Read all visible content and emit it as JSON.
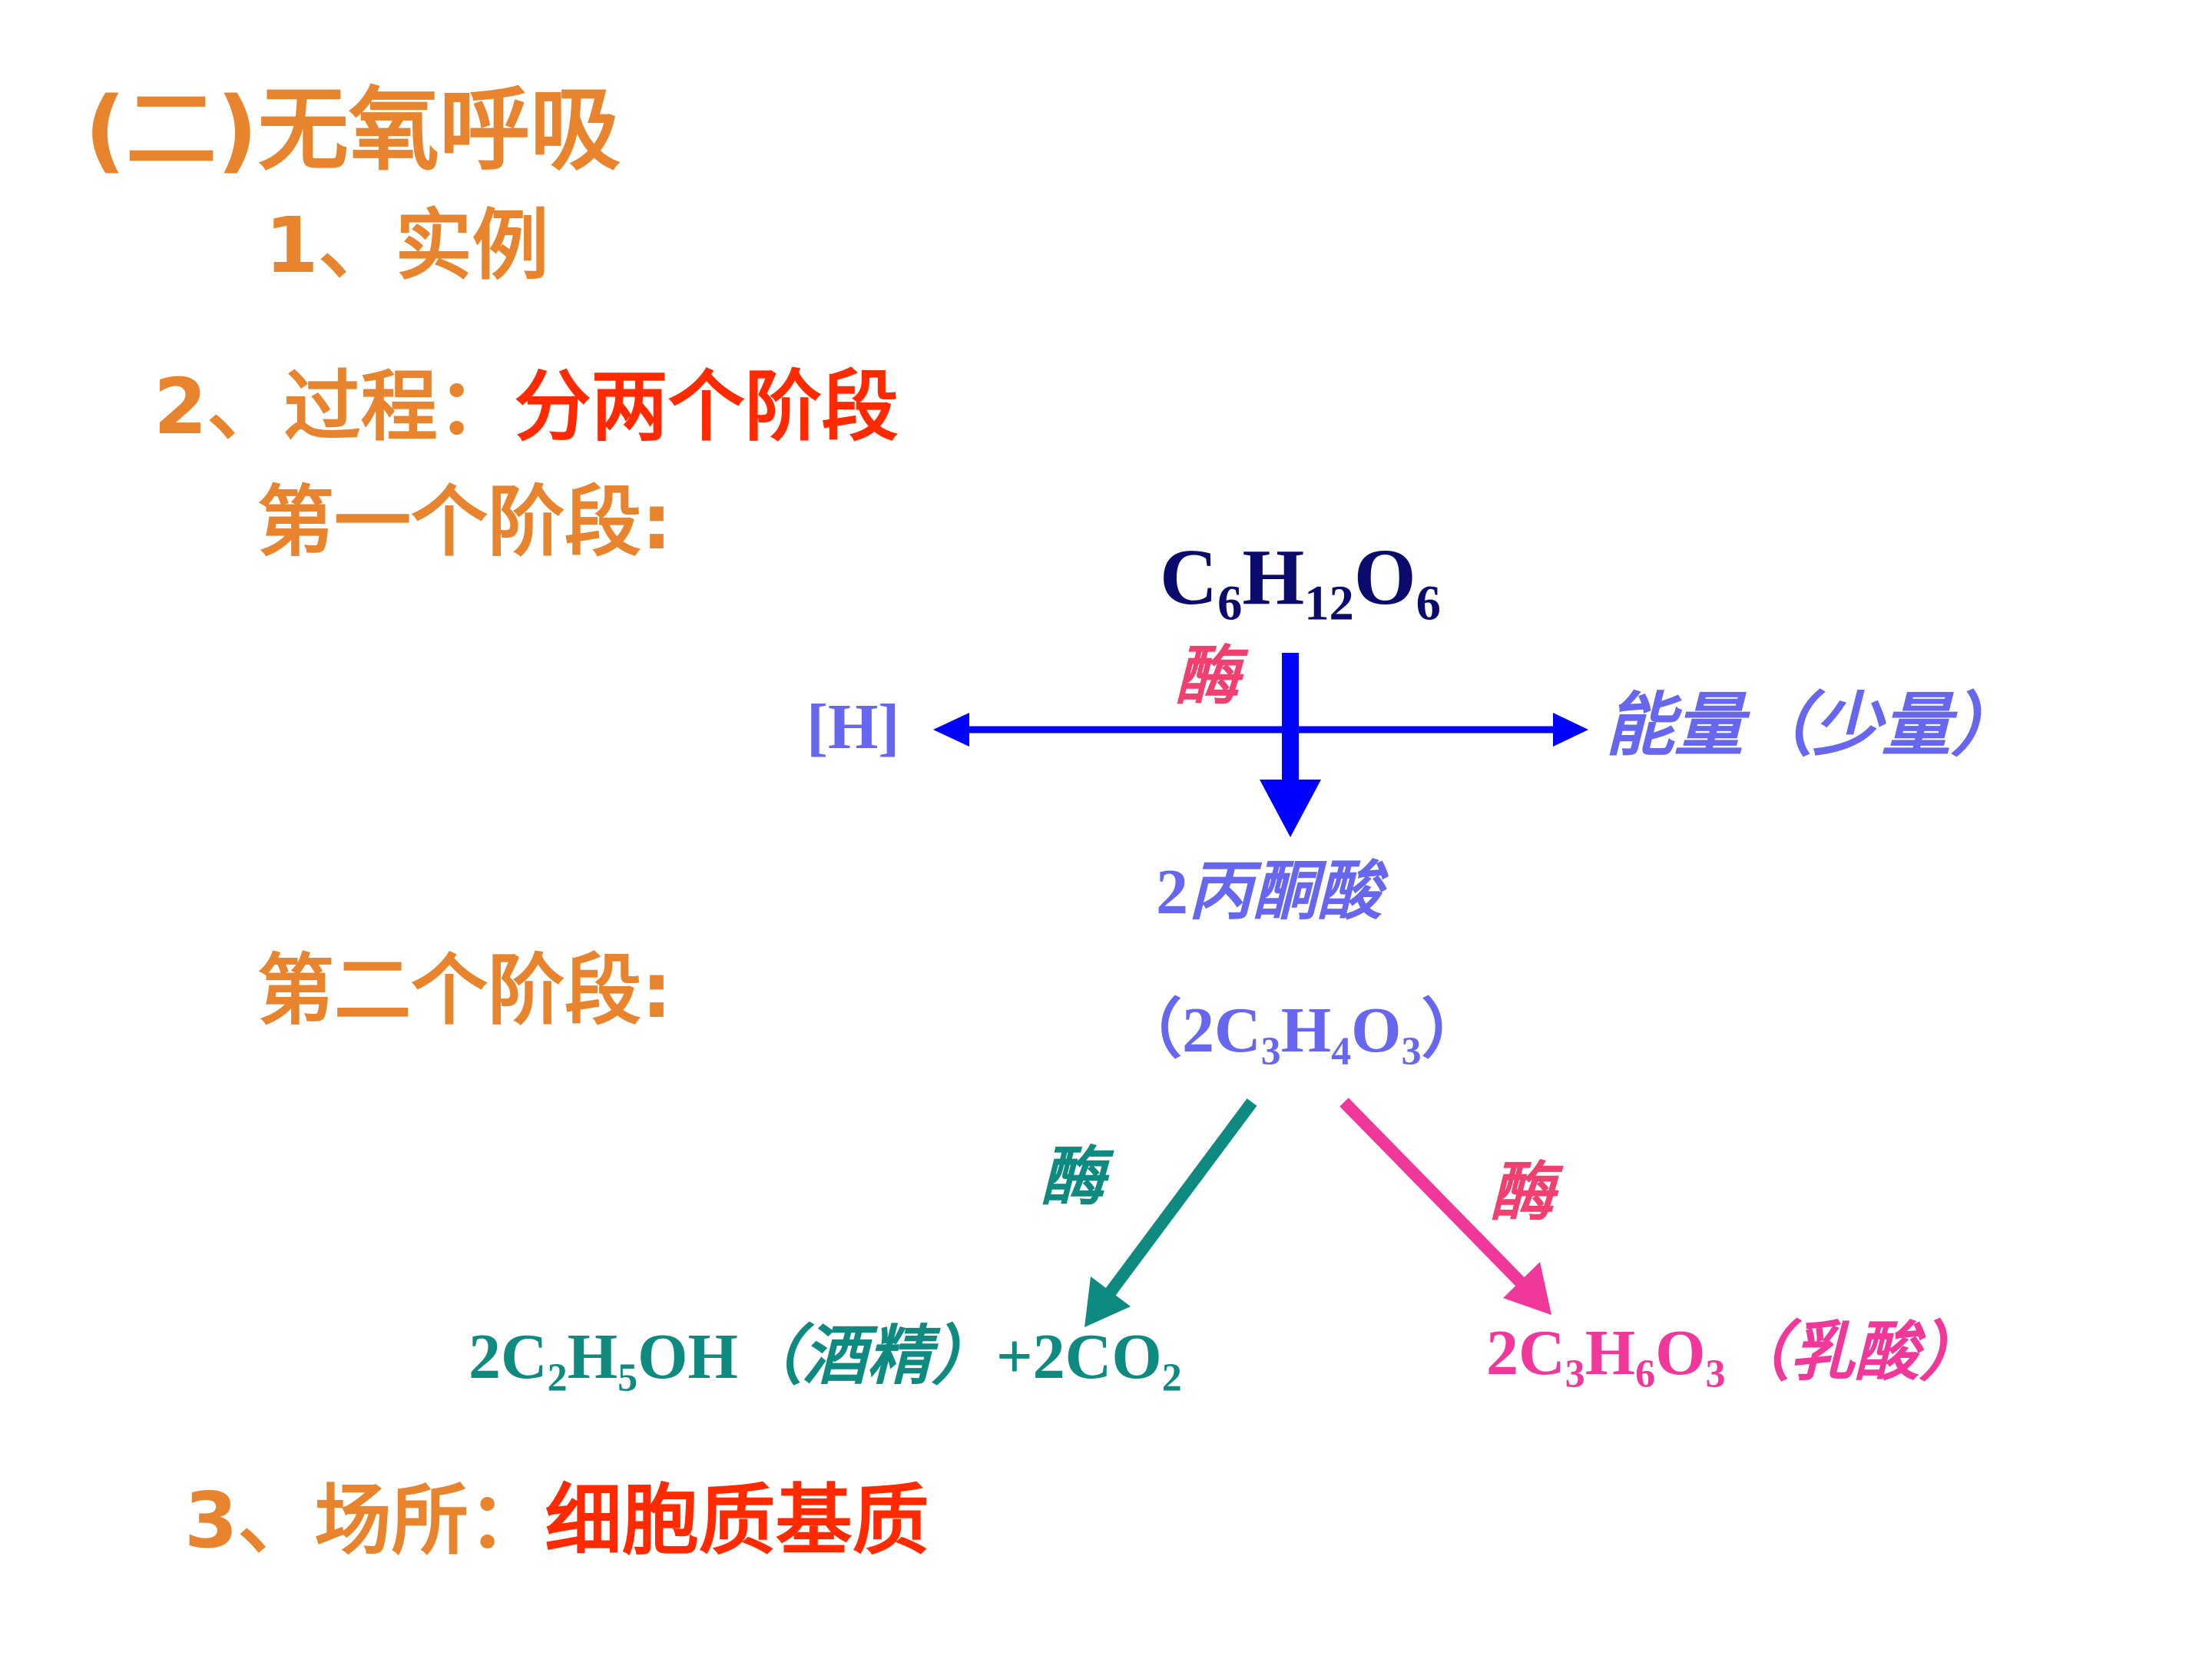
{
  "title": "(二)无氧呼吸",
  "section1": "1、实例",
  "section2": {
    "label": "2、过程：",
    "value": "分两个阶段"
  },
  "stage1_label": "第一个阶段:",
  "stage2_label": "第二个阶段:",
  "section3": {
    "label": "3、场所：",
    "value": "细胞质基质"
  },
  "diagram": {
    "glucose": {
      "c": "C",
      "c_sub": "6",
      "h": "H",
      "h_sub": "12",
      "o": "O",
      "o_sub": "6"
    },
    "enzyme_label": "酶",
    "hydrogen": "[H]",
    "energy": "能量（少量）",
    "pyruvate_line1": {
      "coef": "2",
      "name": "丙酮酸"
    },
    "pyruvate_line2": {
      "open": "（2C",
      "c_sub": "3",
      "h": "H",
      "h_sub": "4",
      "o": "O",
      "o_sub": "3",
      "close": "）"
    },
    "alcohol_product": {
      "prefix": "2C",
      "c_sub": "2",
      "h": "H",
      "h_sub": "5",
      "oh": "OH",
      "name": "（酒精）",
      "plus": "+2CO",
      "co_sub": "2"
    },
    "lactic_product": {
      "prefix": "2C",
      "c_sub": "3",
      "h": "H",
      "h_sub": "6",
      "o": "O",
      "o_sub": "3",
      "name": "（乳酸）"
    }
  },
  "colors": {
    "heading": "#E8842D",
    "highlight": "#FF2A00",
    "glucose": "#0B0B6E",
    "stage1_arrows": "#0000FF",
    "pyruvate": "#6666EE",
    "alcohol_branch": "#0E8A80",
    "lactic_branch": "#F0389A",
    "enzyme_pink": "#F04070"
  }
}
